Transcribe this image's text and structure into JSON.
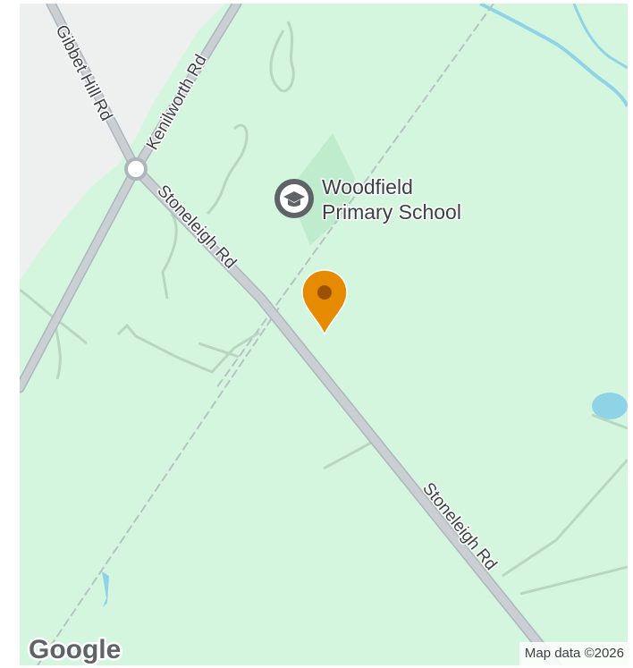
{
  "map": {
    "colors": {
      "land": "#d4f6df",
      "urban": "#eef0ef",
      "road": "#c9cfd3",
      "road_edge": "#aeb6bb",
      "path": "#b9d6c2",
      "rail": "#b8c2c4",
      "water": "#8fd4e6",
      "park": "#bfeccd",
      "marker": "#e68a00",
      "marker_dot": "#9a5200",
      "poi_icon": "#5f6368"
    },
    "roads": {
      "gibbet_hill": "Gibbet Hill Rd",
      "kenilworth": "Kenilworth Rd",
      "stoneleigh_upper": "Stoneleigh Rd",
      "stoneleigh_lower": "Stoneleigh Rd"
    },
    "poi": {
      "name_line1": "Woodfield",
      "name_line2": "Primary School",
      "icon": "school-icon"
    },
    "marker": {
      "icon": "map-pin-icon"
    },
    "branding": {
      "logo": "Google"
    },
    "attribution": "Map data ©2026"
  }
}
